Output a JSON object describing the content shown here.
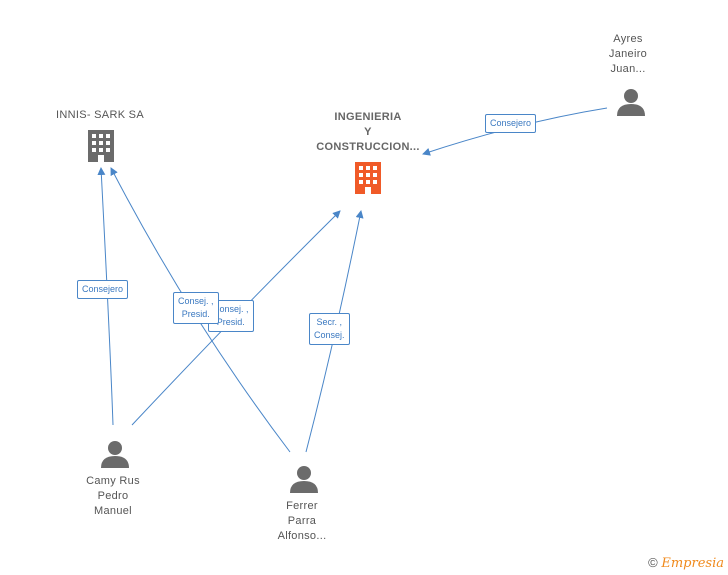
{
  "nodes": {
    "innis": {
      "name": "INNIS- SARK SA"
    },
    "ingenieria": {
      "name_line1": "INGENIERIA",
      "name_line2": "Y",
      "name_line3": "CONSTRUCCION..."
    },
    "ayres": {
      "line1": "Ayres",
      "line2": "Janeiro",
      "line3": "Juan..."
    },
    "camy": {
      "line1": "Camy Rus",
      "line2": "Pedro",
      "line3": "Manuel"
    },
    "ferrer": {
      "line1": "Ferrer",
      "line2": "Parra",
      "line3": "Alfonso..."
    }
  },
  "edges": {
    "ayres_ing": "Consejero",
    "camy_innis": "Consejero",
    "ferrer_innis_l1": "Consej. ,",
    "ferrer_innis_l2": "Presid.",
    "camy_ing_l1": "Consej. ,",
    "camy_ing_l2": "Presid.",
    "ferrer_ing_l1": "Secr. ,",
    "ferrer_ing_l2": "Consej."
  },
  "colors": {
    "edge": "#4a86c8",
    "company_main": "#f05a28",
    "company_other": "#6b6b6b",
    "person": "#6b6b6b"
  },
  "icons": {
    "company": "building-icon",
    "person": "person-icon"
  },
  "footer": {
    "copyright": "©",
    "brand": "Empresia"
  }
}
